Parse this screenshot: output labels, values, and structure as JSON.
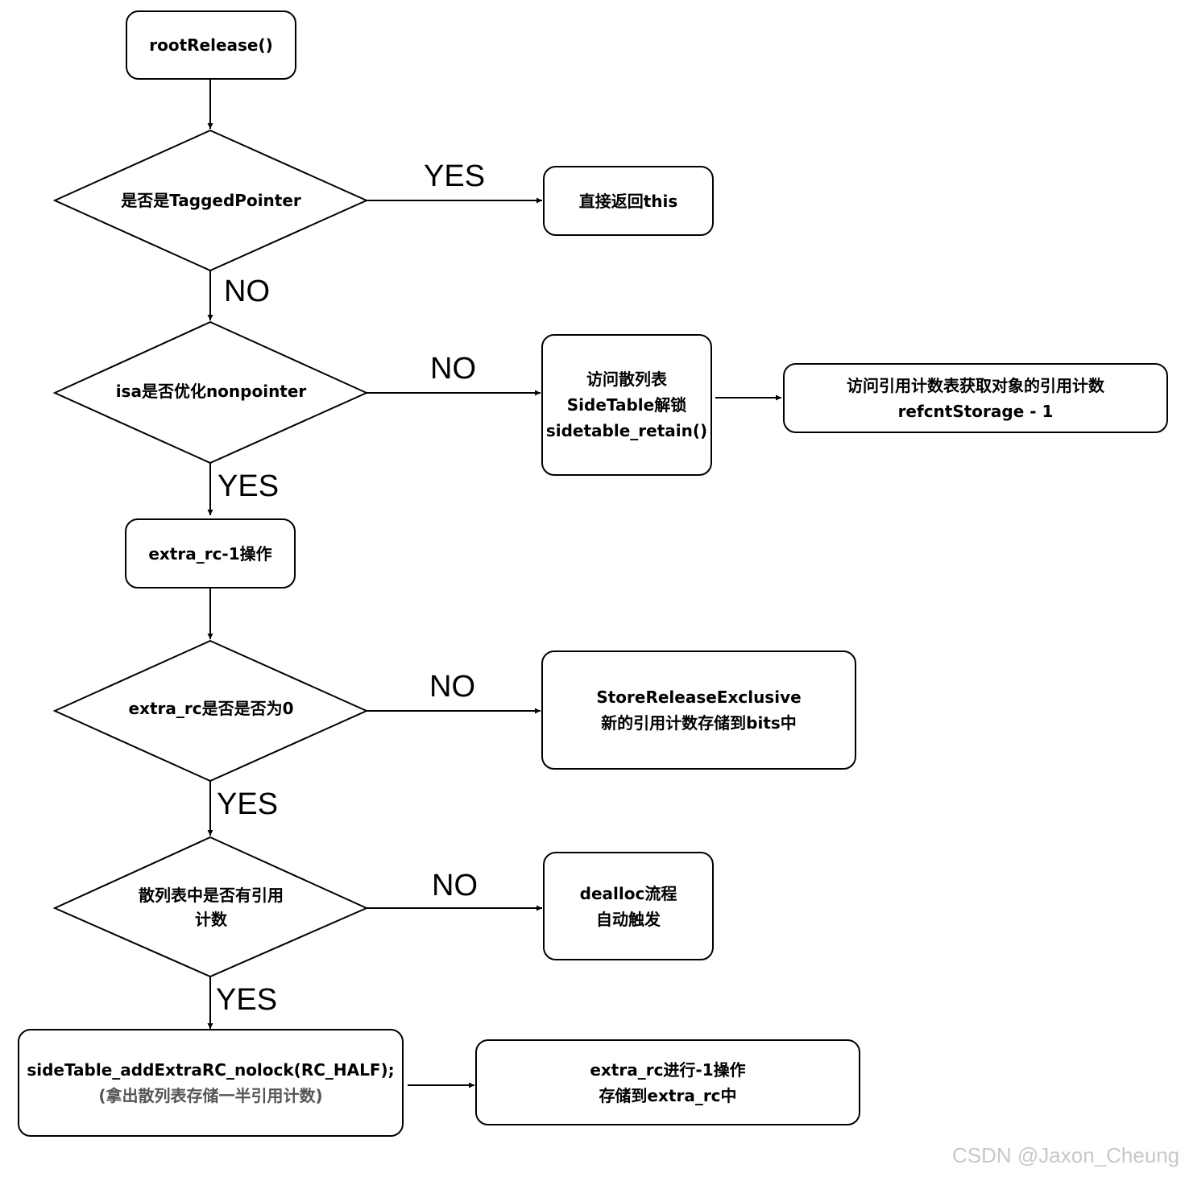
{
  "nodes": {
    "root_release": "rootRelease()",
    "tagged_pointer": "是否是TaggedPointer",
    "return_this": "直接返回this",
    "isa_nonpointer": "isa是否优化nonpointer",
    "side_table_line1": "访问散列表",
    "side_table_line2": "SideTable解锁",
    "side_table_line3": "sidetable_retain()",
    "refcnt_line1": "访问引用计数表获取对象的引用计数",
    "refcnt_line2": "refcntStorage - 1",
    "extra_rc_minus": "extra_rc-1操作",
    "extra_rc_zero": "extra_rc是否是否为0",
    "store_line1": "StoreReleaseExclusive",
    "store_line2": "新的引用计数存储到bits中",
    "sidetable_has_line1": "散列表中是否有引用",
    "sidetable_has_line2": "计数",
    "dealloc_line1": "dealloc流程",
    "dealloc_line2": "自动触发",
    "add_extra_line1": "sideTable_addExtraRC_nolock(RC_HALF);",
    "add_extra_line2": "(拿出散列表存储一半引用计数)",
    "final_line1": "extra_rc进行-1操作",
    "final_line2": "存储到extra_rc中"
  },
  "edge_labels": {
    "tagged_yes": "YES",
    "tagged_no": "NO",
    "isa_no": "NO",
    "isa_yes": "YES",
    "extra_no": "NO",
    "extra_yes": "YES",
    "table_no": "NO",
    "table_yes": "YES"
  },
  "watermark": "CSDN @Jaxon_Cheung"
}
